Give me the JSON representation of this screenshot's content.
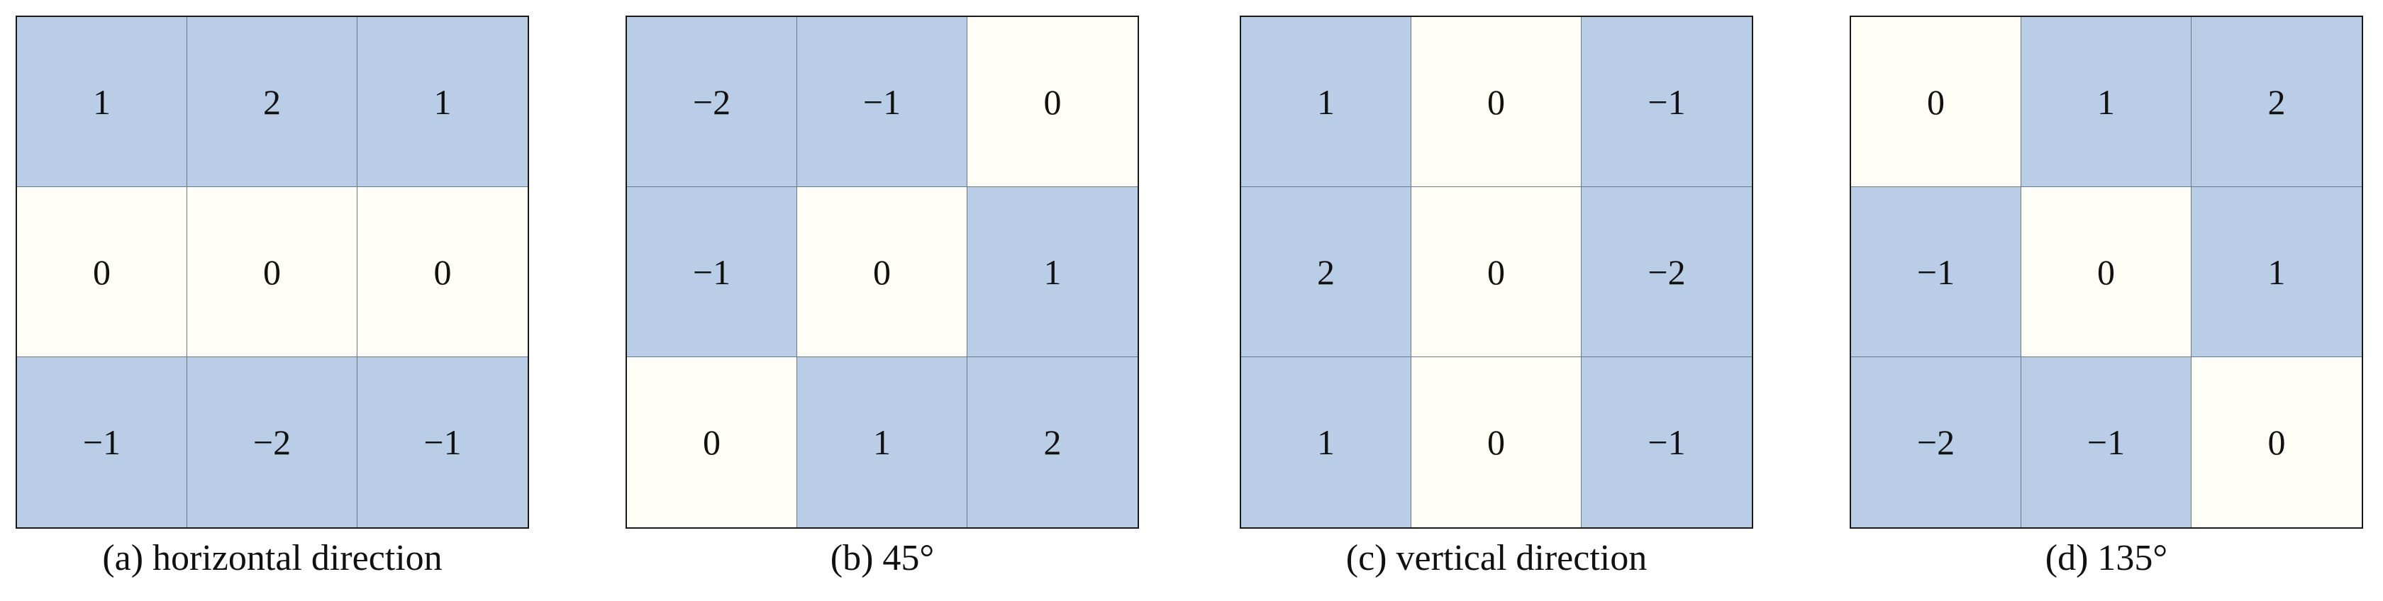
{
  "colors": {
    "nonzero": "#b9cde6",
    "zero": "#fefef6",
    "border": "#1a1a1a"
  },
  "panels": [
    {
      "caption": "(a) horizontal direction",
      "cells": [
        [
          "1",
          "2",
          "1"
        ],
        [
          "0",
          "0",
          "0"
        ],
        [
          "−1",
          "−2",
          "−1"
        ]
      ]
    },
    {
      "caption": "(b) 45°",
      "cells": [
        [
          "−2",
          "−1",
          "0"
        ],
        [
          "−1",
          "0",
          "1"
        ],
        [
          "0",
          "1",
          "2"
        ]
      ]
    },
    {
      "caption": "(c) vertical direction",
      "cells": [
        [
          "1",
          "0",
          "−1"
        ],
        [
          "2",
          "0",
          "−2"
        ],
        [
          "1",
          "0",
          "−1"
        ]
      ]
    },
    {
      "caption": "(d) 135°",
      "cells": [
        [
          "0",
          "1",
          "2"
        ],
        [
          "−1",
          "0",
          "1"
        ],
        [
          "−2",
          "−1",
          "0"
        ]
      ]
    }
  ]
}
